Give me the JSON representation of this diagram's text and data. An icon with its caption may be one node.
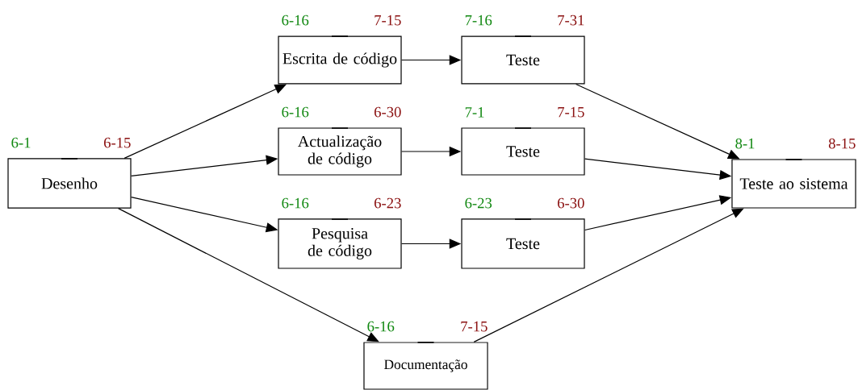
{
  "diagram": {
    "nodes": [
      {
        "text": [
          "Desenho"
        ],
        "beside": [
          "6-1",
          "6-15"
        ]
      },
      {
        "text": [
          "Escrita de código"
        ],
        "beside": [
          "6-16",
          "7-15"
        ]
      },
      {
        "text": [
          "Actualização de código"
        ],
        "beside": [
          "6-16",
          "6-30"
        ]
      },
      {
        "text": [
          "Pesquisa de código"
        ],
        "beside": [
          "6-16",
          "6-23"
        ]
      },
      {
        "text": [
          "Teste"
        ],
        "beside": [
          "7-16",
          "7-31"
        ]
      },
      {
        "text": [
          "Teste"
        ],
        "beside": [
          "7-1",
          "7-15"
        ]
      },
      {
        "text": [
          "Teste"
        ],
        "beside": [
          "6-23",
          "6-30"
        ]
      },
      {
        "text": [
          "Documentação"
        ],
        "beside": [
          "6-16",
          "7-15"
        ]
      },
      {
        "text": [
          "Teste ao sistema"
        ],
        "beside": [
          "8-1",
          "8-15"
        ]
      }
    ],
    "edges": [
      {
        "from": 0,
        "to": 1,
        "arrow": "to"
      },
      {
        "from": 0,
        "to": 2,
        "arrow": "to"
      },
      {
        "from": 0,
        "to": 3,
        "arrow": "to"
      },
      {
        "from": 0,
        "to": 7,
        "arrow": "to"
      },
      {
        "from": 1,
        "to": 4,
        "arrow": "to"
      },
      {
        "from": 2,
        "to": 5,
        "arrow": "to"
      },
      {
        "from": 3,
        "to": 6,
        "arrow": "to"
      },
      {
        "from": 4,
        "to": 8,
        "arrow": "to"
      },
      {
        "from": 5,
        "to": 8,
        "arrow": "to"
      },
      {
        "from": 6,
        "to": 8,
        "arrow": "to"
      },
      {
        "from": 7,
        "to": 8,
        "arrow": "to"
      }
    ]
  }
}
